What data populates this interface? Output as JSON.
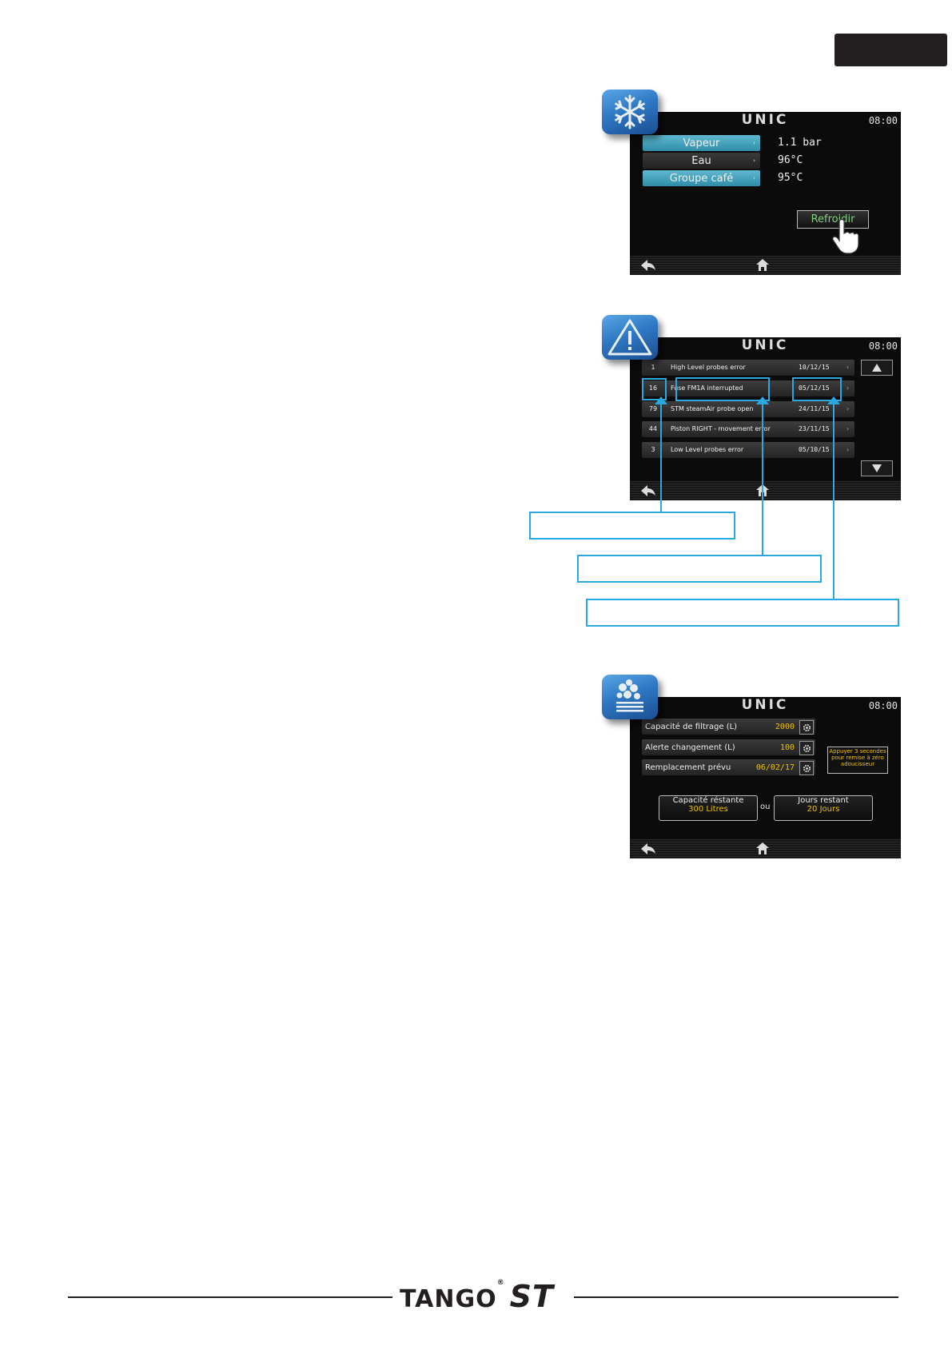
{
  "brand": {
    "logo": "UNIC",
    "footer_logo": "TANGO",
    "footer_sup": "®",
    "footer_logo2": "ST"
  },
  "icons": {
    "cooling": "snowflake-icon",
    "alarm": "warning-triangle-icon",
    "water": "water-filter-icon"
  },
  "accent_color": "#2aa8df",
  "screens": {
    "common": {
      "time": "08:00"
    },
    "cooling": {
      "rows": [
        {
          "label": "Vapeur",
          "value": "1.1 bar"
        },
        {
          "label": "Eau",
          "value": "96°C"
        },
        {
          "label": "Groupe café",
          "value": "95°C"
        }
      ],
      "button": "Refroidir"
    },
    "alarms": {
      "rows": [
        {
          "num": "1",
          "msg": "High Level probes error",
          "date": "10/12/15"
        },
        {
          "num": "16",
          "msg": "Fuse FM1A interrupted",
          "date": "05/12/15"
        },
        {
          "num": "79",
          "msg": "STM steamAir probe open",
          "date": "24/11/15"
        },
        {
          "num": "44",
          "msg": "Piston RIGHT - movement error",
          "date": "23/11/15"
        },
        {
          "num": "3",
          "msg": "Low Level probes error",
          "date": "05/10/15"
        }
      ]
    },
    "filter": {
      "rows": [
        {
          "label": "Capacité de filtrage (L)",
          "value": "2000"
        },
        {
          "label": "Alerte changement (L)",
          "value": "100"
        },
        {
          "label": "Remplacement prévu",
          "value": "06/02/17"
        }
      ],
      "note": "Appuyer 3 secondes pour remise à zéro adoucisseur",
      "remaining_capacity_label": "Capacité réstante",
      "remaining_capacity_value": "300 Litres",
      "or_label": "ou",
      "remaining_days_label": "Jours restant",
      "remaining_days_value": "20 Jours"
    }
  }
}
